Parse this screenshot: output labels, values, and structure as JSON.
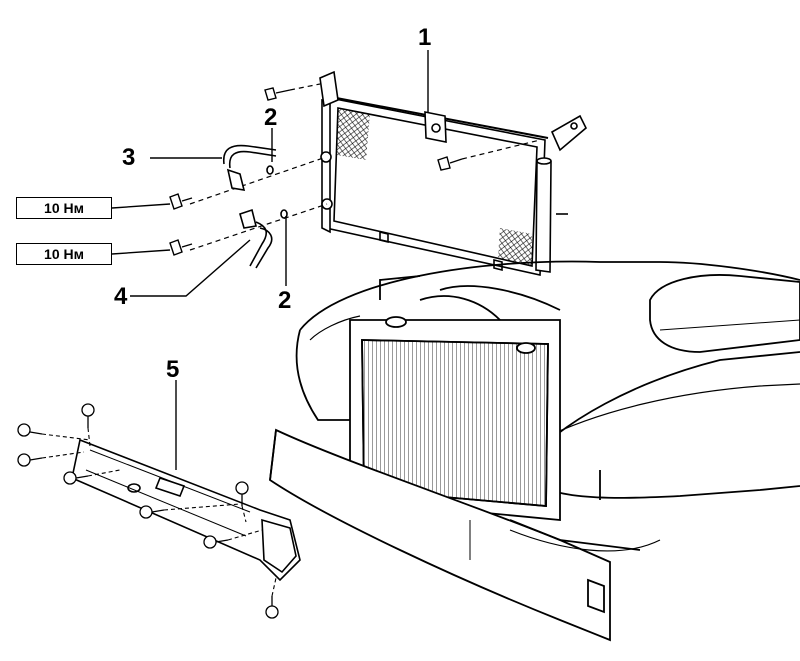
{
  "diagram": {
    "callouts": {
      "c1": "1",
      "c2a": "2",
      "c2b": "2",
      "c3": "3",
      "c4": "4",
      "c5": "5"
    },
    "torque_labels": {
      "upper": "10 Нм",
      "lower": "10 Нм"
    }
  }
}
